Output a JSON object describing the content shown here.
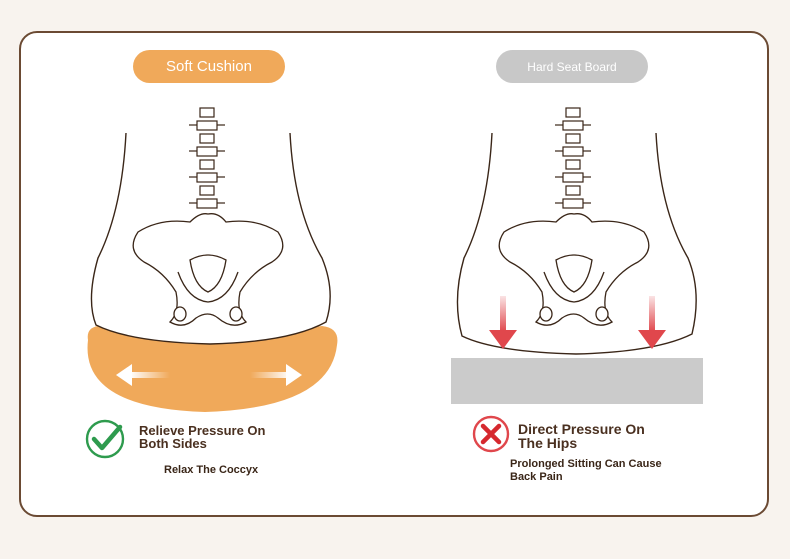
{
  "left_panel": {
    "label": "Soft Cushion",
    "heading_line1": "Relieve Pressure On",
    "heading_line2": "Both Sides",
    "note": "Relax The Coccyx",
    "icon": "check-circle-icon"
  },
  "right_panel": {
    "label": "Hard Seat Board",
    "heading_line1": "Direct Pressure On",
    "heading_line2": "The Hips",
    "note_line1": "Prolonged Sitting Can Cause",
    "note_line2": "Back Pain",
    "icon": "cross-circle-icon"
  },
  "colors": {
    "accent_orange": "#f0a95a",
    "pressure_red": "#e0474c",
    "check_green": "#2e9b4e",
    "outline_brown": "#6b4a33"
  }
}
